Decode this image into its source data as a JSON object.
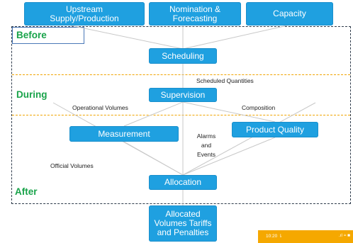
{
  "top_boxes": {
    "upstream": "Upstream\nSupply/Production",
    "nomination": "Nomination &\nForecasting",
    "capacity": "Capacity"
  },
  "process_boxes": {
    "scheduling": "Scheduling",
    "supervision": "Supervision",
    "measurement": "Measurement",
    "product_quality": "Product Quality",
    "allocation": "Allocation",
    "allocated_output": "Allocated\nVolumes Tariffs\nand Penalties"
  },
  "phases": {
    "before": "Before",
    "during": "During",
    "after": "After"
  },
  "edge_labels": {
    "scheduled_quantities": "Scheduled Quantities",
    "operational_volumes": "Operational Volumes",
    "composition": "Composition",
    "alarms_events": "Alarms\nand\nEvents",
    "official_volumes": "Official Volumes"
  },
  "status_bar": {
    "time": "10:20 ⇂",
    "icons": ".ıl ≈ ■"
  },
  "colors": {
    "box_fill": "#1fa0e0",
    "phase_text": "#19a34a",
    "phase_separator": "#f0a400",
    "connector": "#c8c8c8"
  }
}
